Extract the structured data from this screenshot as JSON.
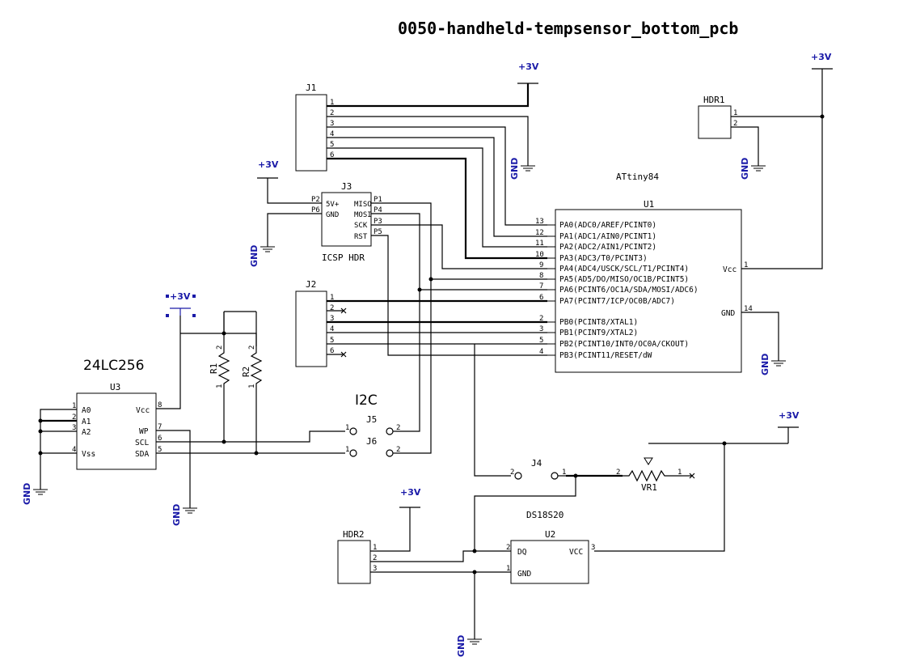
{
  "title": "0050-handheld-tempsensor_bottom_pcb",
  "supply": {
    "label": "+3V"
  },
  "ground": {
    "label": "GND"
  },
  "j1": {
    "ref": "J1",
    "pins": [
      "1",
      "2",
      "3",
      "4",
      "5",
      "6"
    ]
  },
  "j2": {
    "ref": "J2",
    "pins": [
      "1",
      "2",
      "3",
      "4",
      "5",
      "6"
    ]
  },
  "j3": {
    "ref": "J3",
    "name": "ICSP HDR",
    "left": [
      {
        "num": "P2",
        "name": "5V+"
      },
      {
        "num": "P6",
        "name": "GND"
      }
    ],
    "right": [
      {
        "num": "P1",
        "name": "MISO"
      },
      {
        "num": "P4",
        "name": "MOSI"
      },
      {
        "num": "P3",
        "name": "SCK"
      },
      {
        "num": "P5",
        "name": "RST"
      }
    ]
  },
  "u1": {
    "ref": "U1",
    "part": "ATtiny84",
    "left_pins": [
      {
        "num": "13",
        "name": "PA0(ADC0/AREF/PCINT0)"
      },
      {
        "num": "12",
        "name": "PA1(ADC1/AIN0/PCINT1)"
      },
      {
        "num": "11",
        "name": "PA2(ADC2/AIN1/PCINT2)"
      },
      {
        "num": "10",
        "name": "PA3(ADC3/T0/PCINT3)"
      },
      {
        "num": "9",
        "name": "PA4(ADC4/USCK/SCL/T1/PCINT4)"
      },
      {
        "num": "8",
        "name": "PA5(AD5/DO/MISO/OC1B/PCINT5)"
      },
      {
        "num": "7",
        "name": "PA6(PCINT6/OC1A/SDA/MOSI/ADC6)"
      },
      {
        "num": "6",
        "name": "PA7(PCINT7/ICP/OC0B/ADC7)"
      },
      {
        "num": "2",
        "name": "PB0(PCINT8/XTAL1)"
      },
      {
        "num": "3",
        "name": "PB1(PCINT9/XTAL2)"
      },
      {
        "num": "5",
        "name": "PB2(PCINT10/INT0/OC0A/CKOUT)"
      },
      {
        "num": "4",
        "name": "PB3(PCINT11/RESET/dW"
      }
    ],
    "vcc": {
      "num": "1",
      "name": "Vcc"
    },
    "gnd": {
      "num": "14",
      "name": "GND"
    }
  },
  "u3": {
    "ref": "U3",
    "part": "24LC256",
    "left_pins": [
      {
        "num": "1",
        "name": "A0"
      },
      {
        "num": "2",
        "name": "A1"
      },
      {
        "num": "3",
        "name": "A2"
      },
      {
        "num": "4",
        "name": "Vss"
      }
    ],
    "right_pins": [
      {
        "num": "8",
        "name": "Vcc"
      },
      {
        "num": "7",
        "name": "WP"
      },
      {
        "num": "6",
        "name": "SCL"
      },
      {
        "num": "5",
        "name": "SDA"
      }
    ]
  },
  "u2": {
    "ref": "U2",
    "part": "DS18S20",
    "dq": {
      "num": "2",
      "name": "DQ"
    },
    "gnd": {
      "num": "1",
      "name": "GND"
    },
    "vcc": {
      "num": "3",
      "name": "VCC"
    }
  },
  "hdr1": {
    "ref": "HDR1",
    "pins": [
      "1",
      "2"
    ]
  },
  "hdr2": {
    "ref": "HDR2",
    "pins": [
      "1",
      "2",
      "3"
    ]
  },
  "r1": {
    "ref": "R1",
    "pins": [
      "1",
      "2"
    ]
  },
  "r2": {
    "ref": "R2",
    "pins": [
      "1",
      "2"
    ]
  },
  "vr1": {
    "ref": "VR1",
    "pins": [
      "1",
      "2"
    ]
  },
  "i2c": {
    "label": "I2C"
  },
  "j4": {
    "ref": "J4",
    "pins": [
      "1",
      "2"
    ]
  },
  "j5": {
    "ref": "J5",
    "pins": [
      "1",
      "2"
    ]
  },
  "j6": {
    "ref": "J6",
    "pins": [
      "1",
      "2"
    ]
  }
}
